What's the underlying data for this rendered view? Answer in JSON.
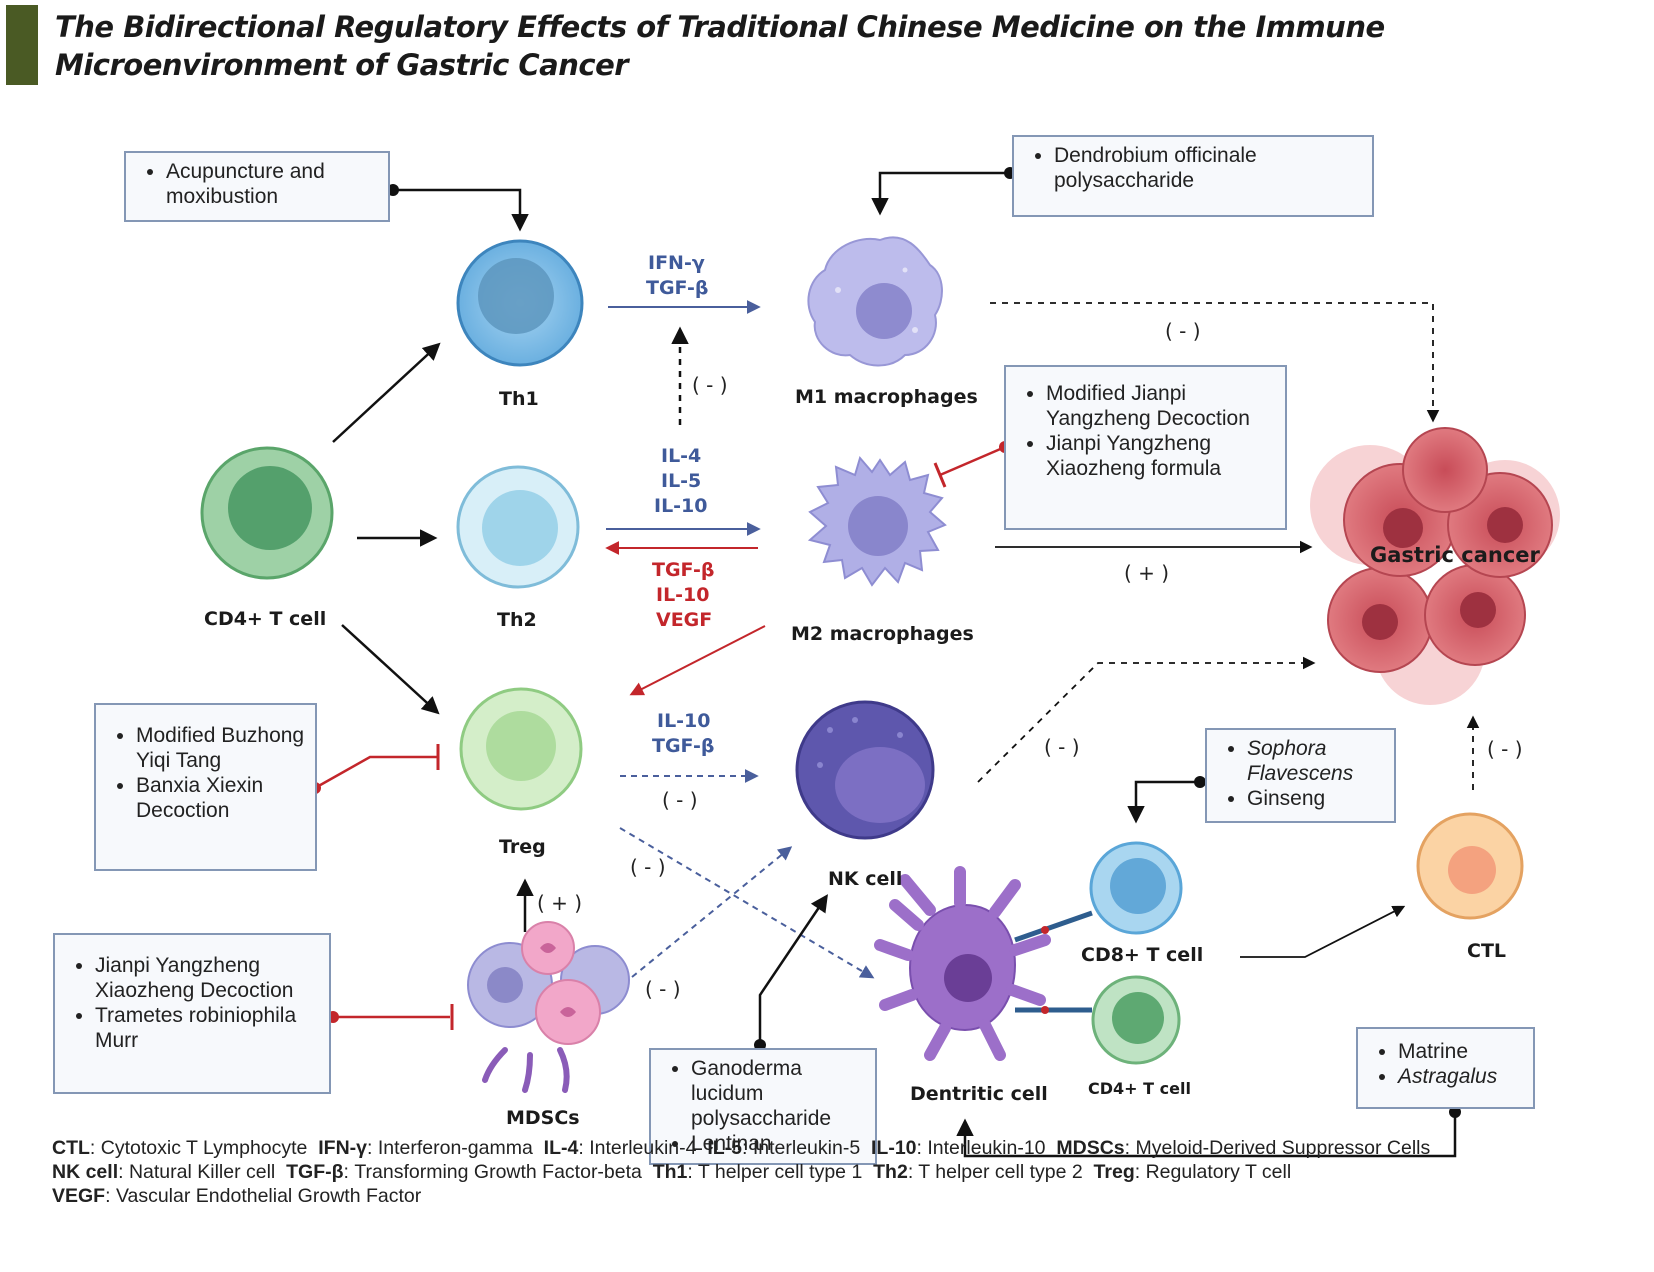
{
  "title": "The Bidirectional Regulatory Effects of Traditional Chinese Medicine on the Immune Microenvironment of Gastric Cancer",
  "cells": {
    "th1": "Th1",
    "th2": "Th2",
    "cd4": "CD4+ T cell",
    "treg": "Treg",
    "mdsc": "MDSCs",
    "m1": "M1 macrophages",
    "m2": "M2 macrophages",
    "nk": "NK cell",
    "dc": "Dentritic cell",
    "cd8": "CD8+ T cell",
    "cd4_small": "CD4+ T cell",
    "ctl": "CTL",
    "gastric": "Gastric cancer"
  },
  "boxes": {
    "acupuncture": [
      "Acupuncture and moxibustion"
    ],
    "dendrobium": [
      "Dendrobium officinale polysaccharide"
    ],
    "jianpi_m2": [
      "Modified Jianpi Yangzheng Decoction",
      "Jianpi Yangzheng Xiaozheng formula"
    ],
    "buzhong": [
      "Modified Buzhong Yiqi Tang",
      "Banxia Xiexin Decoction"
    ],
    "jianpi_mdsc": [
      "Jianpi Yangzheng Xiaozheng Decoction",
      "Trametes robiniophila Murr"
    ],
    "ganoderma": [
      "Ganoderma lucidum polysaccharide",
      "Lentinan"
    ],
    "sophora": [
      "Sophora Flavescens",
      "Ginseng"
    ],
    "matrine": [
      "Matrine",
      "Astragalus"
    ]
  },
  "cytokines": {
    "th1_m1_1": "IFN-γ",
    "th1_m1_2": "TGF-β",
    "th2_m2_1": "IL-4",
    "th2_m2_2": "IL-5",
    "th2_m2_3": "IL-10",
    "m2_th2_1": "TGF-β",
    "m2_th2_2": "IL-10",
    "m2_th2_3": "VEGF",
    "treg_nk_1": "IL-10",
    "treg_nk_2": "TGF-β"
  },
  "signs": {
    "th2_th1": "( - )",
    "m1_gc": "( - )",
    "m2_gc": "( + )",
    "treg_nk": "( - )",
    "treg_dc": "( - )",
    "mdsc_treg": "( + )",
    "mdsc_nk": "( - )",
    "nk_gc": "( - )",
    "ctl_gc": "( - )"
  },
  "legend": [
    {
      "abbr": "CTL",
      "full": "Cytotoxic T Lymphocyte"
    },
    {
      "abbr": "IFN-γ",
      "full": "Interferon-gamma"
    },
    {
      "abbr": "IL-4",
      "full": "Interleukin-4"
    },
    {
      "abbr": "IL-5",
      "full": "Interleukin-5"
    },
    {
      "abbr": "IL-10",
      "full": "Interleukin-10"
    },
    {
      "abbr": "MDSCs",
      "full": "Myeloid-Derived Suppressor Cells"
    },
    {
      "abbr": "NK cell",
      "full": "Natural Killer cell"
    },
    {
      "abbr": "TGF-β",
      "full": "Transforming Growth Factor-beta"
    },
    {
      "abbr": "Th1",
      "full": "T helper cell type 1"
    },
    {
      "abbr": "Th2",
      "full": "T helper cell type 2"
    },
    {
      "abbr": "Treg",
      "full": "Regulatory T cell"
    },
    {
      "abbr": "VEGF",
      "full": "Vascular Endothelial Growth Factor"
    }
  ],
  "colors": {
    "title_bar": "#4a5a24",
    "box_border": "#8497b5",
    "blue_arrow": "#4a5f9c",
    "red_arrow": "#c3262b",
    "th1": "#7fbde6",
    "th2": "#c8e8f4",
    "cd4": "#8cc99a",
    "treg": "#c6e8bd",
    "m1": "#b3b2e6",
    "m2": "#a8a8e0",
    "nk": "#6d66b9",
    "dc": "#9d70c9",
    "ctl": "#f7c48d",
    "gastric": "#d9676f"
  }
}
